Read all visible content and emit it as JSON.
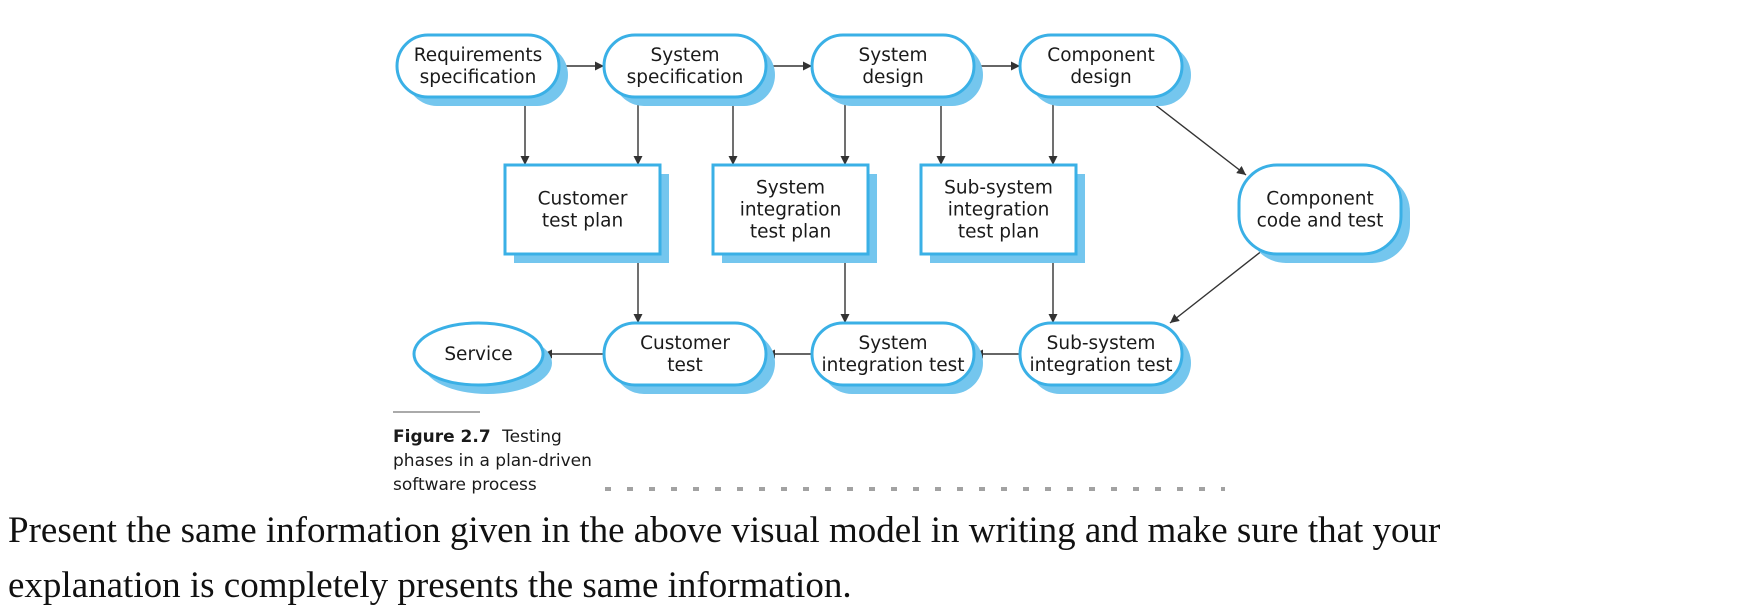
{
  "diagram": {
    "nodes": [
      {
        "id": "req_spec",
        "shape": "rounded",
        "lines": [
          "Requirements",
          "specification"
        ]
      },
      {
        "id": "sys_spec",
        "shape": "rounded",
        "lines": [
          "System",
          "specification"
        ]
      },
      {
        "id": "sys_design",
        "shape": "rounded",
        "lines": [
          "System",
          "design"
        ]
      },
      {
        "id": "comp_design",
        "shape": "rounded",
        "lines": [
          "Component",
          "design"
        ]
      },
      {
        "id": "cust_plan",
        "shape": "rect",
        "lines": [
          "Customer",
          "test plan"
        ]
      },
      {
        "id": "sysint_plan",
        "shape": "rect",
        "lines": [
          "System",
          "integration",
          "test plan"
        ]
      },
      {
        "id": "subint_plan",
        "shape": "rect",
        "lines": [
          "Sub-system",
          "integration",
          "test plan"
        ]
      },
      {
        "id": "comp_code",
        "shape": "rounded",
        "lines": [
          "Component",
          "code and test"
        ]
      },
      {
        "id": "service",
        "shape": "ellipse",
        "lines": [
          "Service"
        ]
      },
      {
        "id": "cust_test",
        "shape": "rounded",
        "lines": [
          "Customer",
          "test"
        ]
      },
      {
        "id": "sysint_test",
        "shape": "rounded",
        "lines": [
          "System",
          "integration test"
        ]
      },
      {
        "id": "subint_test",
        "shape": "rounded",
        "lines": [
          "Sub-system",
          "integration test"
        ]
      }
    ],
    "edges": [
      {
        "from": "req_spec",
        "to": "sys_spec"
      },
      {
        "from": "sys_spec",
        "to": "sys_design"
      },
      {
        "from": "sys_design",
        "to": "comp_design"
      },
      {
        "from": "req_spec",
        "to": "cust_plan"
      },
      {
        "from": "sys_spec",
        "to": "cust_plan"
      },
      {
        "from": "sys_spec",
        "to": "sysint_plan"
      },
      {
        "from": "sys_design",
        "to": "sysint_plan"
      },
      {
        "from": "sys_design",
        "to": "subint_plan"
      },
      {
        "from": "comp_design",
        "to": "subint_plan"
      },
      {
        "from": "comp_design",
        "to": "comp_code"
      },
      {
        "from": "comp_code",
        "to": "subint_test"
      },
      {
        "from": "cust_plan",
        "to": "cust_test"
      },
      {
        "from": "sysint_plan",
        "to": "sysint_test"
      },
      {
        "from": "subint_plan",
        "to": "subint_test"
      },
      {
        "from": "subint_test",
        "to": "sysint_test"
      },
      {
        "from": "sysint_test",
        "to": "cust_test"
      },
      {
        "from": "cust_test",
        "to": "service"
      }
    ],
    "caption": {
      "label": "Figure 2.7",
      "text_lines": [
        "Testing",
        "phases in a plan-driven",
        "software process"
      ]
    }
  },
  "question": {
    "lines": [
      "Present the same information given in the above visual model in writing and make sure that your",
      "explanation is completely presents the same information."
    ]
  },
  "colors": {
    "node_border": "#3ab0e6",
    "node_shadow": "#74c6ee",
    "arrow": "#333333"
  }
}
